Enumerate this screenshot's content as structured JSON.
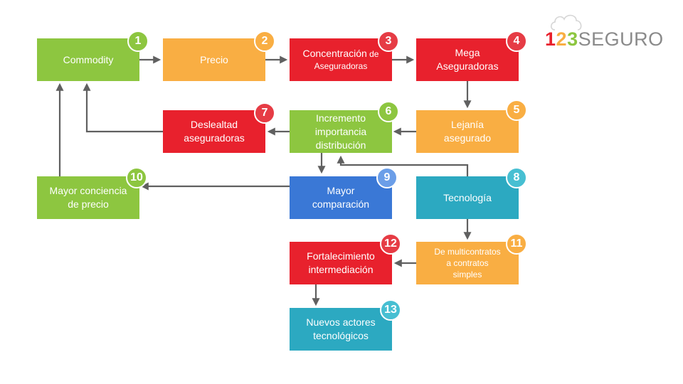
{
  "logo": {
    "d1": "1",
    "d2": "2",
    "d3": "3",
    "word": "SEGURO"
  },
  "nodes": {
    "n1": {
      "badge": "1",
      "label": "Commodity"
    },
    "n2": {
      "badge": "2",
      "label": "Precio"
    },
    "n3": {
      "badge": "3",
      "label_main": "Concentración",
      "label_small": " de",
      "label_line2": "Aseguradoras"
    },
    "n4": {
      "badge": "4",
      "line1": "Mega",
      "line2": "Aseguradoras"
    },
    "n5": {
      "badge": "5",
      "line1": "Lejanía",
      "line2": "asegurado"
    },
    "n6": {
      "badge": "6",
      "line1": "Incremento",
      "line2": "importancia",
      "line3": "distribución"
    },
    "n7": {
      "badge": "7",
      "line1": "Deslealtad",
      "line2": "aseguradoras"
    },
    "n8": {
      "badge": "8",
      "label": "Tecnología"
    },
    "n9": {
      "badge": "9",
      "line1": "Mayor",
      "line2": "comparación"
    },
    "n10": {
      "badge": "10",
      "line1": "Mayor conciencia",
      "line2": "de precio"
    },
    "n11": {
      "badge": "11",
      "line1": "De multicontratos",
      "line2": "a contratos",
      "line3": "simples"
    },
    "n12": {
      "badge": "12",
      "line1": "Fortalecimiento",
      "line2": "intermediación"
    },
    "n13": {
      "badge": "13",
      "line1": "Nuevos actores",
      "line2": "tecnológicos"
    }
  },
  "colors": {
    "green": "#8dc640",
    "orange": "#f9ae43",
    "red": "#e8212d",
    "blue": "#3a78d6",
    "teal": "#2ca9c1",
    "arrow": "#606060",
    "logo_text": "#8a8a8a"
  }
}
